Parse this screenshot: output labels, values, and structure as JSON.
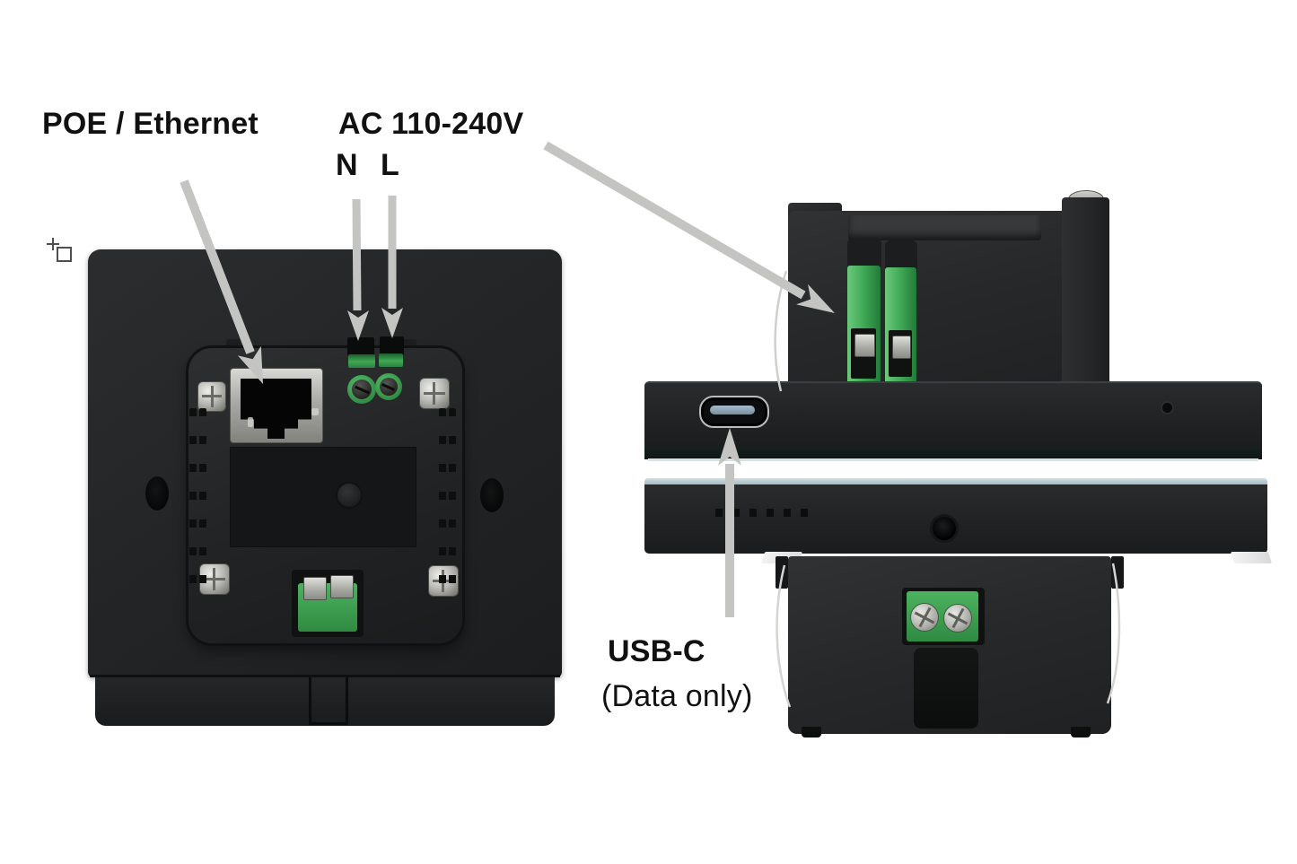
{
  "page": {
    "background": "#ffffff"
  },
  "labels": {
    "poe_ethernet": "POE / Ethernet",
    "ac_voltage": "AC 110-240V",
    "neutral": "N",
    "line": "L",
    "usb": "USB-C",
    "usb_note": "(Data only)"
  },
  "icons": {
    "crop_cursor": "region-select-cursor"
  },
  "colors": {
    "label_text": "#111111",
    "arrow_gray": "#c4c5c3",
    "device_body": "#222425",
    "terminal_green": "#3fa855",
    "metal_silver": "#b5b5b1",
    "usb_slot_blue": "#92a7b5"
  }
}
